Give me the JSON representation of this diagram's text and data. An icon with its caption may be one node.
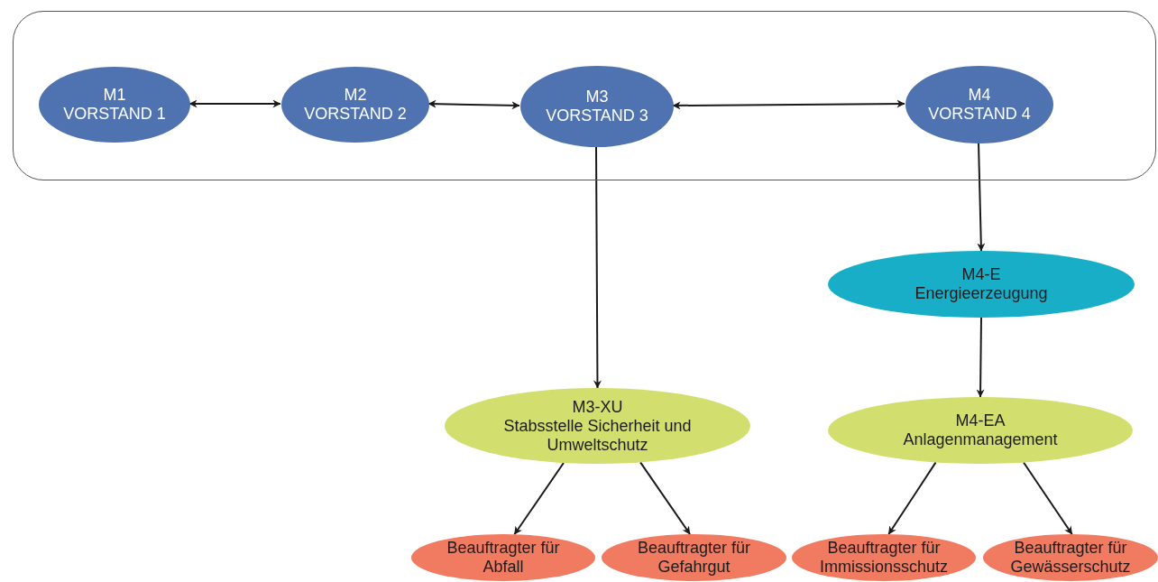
{
  "diagram": {
    "nodes": [
      {
        "text": [],
        "shape": "box"
      },
      {
        "text": [
          "M1",
          "VORSTAND 1"
        ],
        "in": 0
      },
      {
        "text": [
          "M2",
          "VORSTAND 2"
        ],
        "in": 0
      },
      {
        "text": [
          "M3",
          "VORSTAND 3"
        ],
        "in": 0
      },
      {
        "text": [
          "M4",
          "VORSTAND 4"
        ],
        "in": 0
      },
      {
        "text": [
          "M4-E",
          "Energieerzeugung"
        ]
      },
      {
        "text": [
          "M3-XU",
          "Stabsstelle Sicherheit und Umweltschutz"
        ]
      },
      {
        "text": [
          "M4-EA",
          "Anlagenmanagement"
        ]
      },
      {
        "text": [
          "Beauftragter für Abfall"
        ]
      },
      {
        "text": [
          "Beauftragter für Gefahrgut"
        ]
      },
      {
        "text": [
          "Beauftragter für Immissionsschutz"
        ]
      },
      {
        "text": [
          "Beauftragter für Gewässerschutz"
        ]
      }
    ],
    "edges": [
      {
        "from": 1,
        "to": 2,
        "arrow": "both"
      },
      {
        "from": 2,
        "to": 3,
        "arrow": "both"
      },
      {
        "from": 3,
        "to": 4,
        "arrow": "both"
      },
      {
        "from": 3,
        "to": 6,
        "arrow": "to"
      },
      {
        "from": 4,
        "to": 5,
        "arrow": "to"
      },
      {
        "from": 5,
        "to": 7,
        "arrow": "to"
      },
      {
        "from": 6,
        "to": 8,
        "arrow": "to"
      },
      {
        "from": 6,
        "to": 9,
        "arrow": "to"
      },
      {
        "from": 7,
        "to": 10,
        "arrow": "to"
      },
      {
        "from": 7,
        "to": 11,
        "arrow": "to"
      }
    ]
  }
}
